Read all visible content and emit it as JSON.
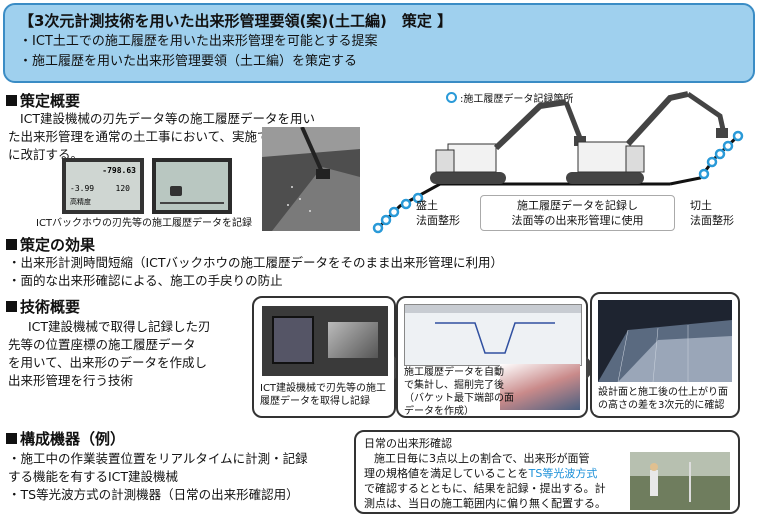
{
  "header": {
    "title": "【3次元計測技術を用いた出来形管理要領(案)(土工編)　策定 】",
    "lines": [
      "・ICT土工での施工履歴を用いた出来形管理を可能とする提案",
      "・施工履歴を用いた出来形管理要領（土工編）を策定する"
    ]
  },
  "overview": {
    "heading": "策定概要",
    "body_lines": [
      "ICT建設機械の刃先データ等の施工履歴データを用い",
      "た出来形管理を通常の土工事において、実施できるよう",
      "に改訂する。"
    ],
    "screen_values": [
      "-798.63",
      "-3.99",
      "120",
      "高精度"
    ],
    "photo_caption": "ICTバックホウの刃先等の施工履歴データを記録"
  },
  "diagram": {
    "legend": ":施工履歴データ記録箇所",
    "left_label": [
      "盛土",
      "法面整形"
    ],
    "center_label": [
      "施工履歴データを記録し",
      "法面等の出来形管理に使用"
    ],
    "right_label": [
      "切土",
      "法面整形"
    ]
  },
  "effects": {
    "heading": "策定の効果",
    "lines": [
      "・出来形計測時間短縮（ICTバックホウの施工履歴データをそのまま出来形管理に利用）",
      "・面的な出来形確認による、施工の手戻りの防止"
    ]
  },
  "technology": {
    "heading": "技術概要",
    "body_lines": [
      "ICT建設機械で取得し記録した刃",
      "先等の位置座標の施工履歴データ",
      "を用いて、出来形のデータを作成し",
      "出来形管理を行う技術"
    ],
    "step1": [
      "ICT建設機械で刃先等の施工",
      "履歴データを取得し記録"
    ],
    "step2": [
      "施工履歴データを自動",
      "で集計し、掘削完了後",
      "（バケット最下端部の面",
      "データを作成）"
    ],
    "step3": [
      "設計面と施工後の仕上がり面",
      "の高さの差を3次元的に確認"
    ]
  },
  "equipment": {
    "heading": "構成機器（例）",
    "lines": [
      "・施工中の作業装置位置をリアルタイムに計測・記録",
      "する機能を有するICT建設機械",
      "・TS等光波方式の計測機器（日常の出来形確認用）"
    ]
  },
  "daily": {
    "title": "日常の出来形確認",
    "l1": "施工日毎に3点以上の割合で、出来形が面管",
    "l2a": "理の規格値を満足していることを",
    "l2b": "TS等光波方式",
    "l3": "で確認するとともに、結果を記録・提出する。計",
    "l4": "測点は、当日の施工範囲内に偏り無く配置する。"
  },
  "colors": {
    "banner_bg": "#9fd0ee",
    "banner_border": "#3a8cc5",
    "accent_blue": "#1a8fd8",
    "marker": "#2a9ad8"
  }
}
